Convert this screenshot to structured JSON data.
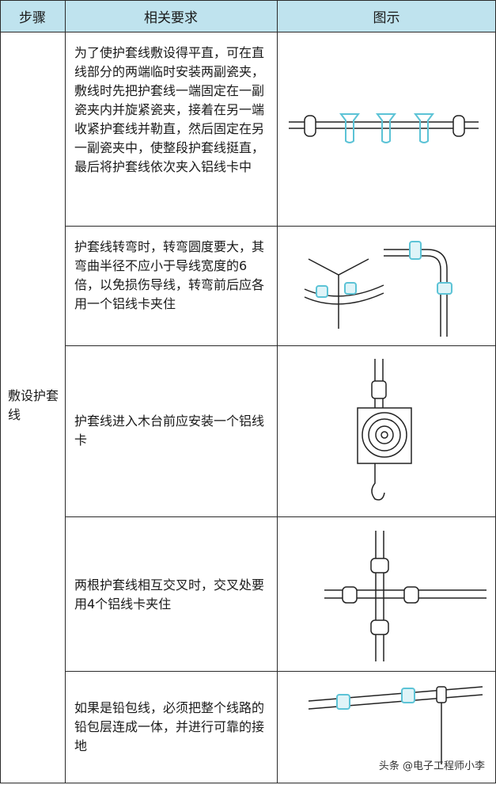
{
  "header": {
    "col1": "步骤",
    "col2": "相关要求",
    "col3": "图示"
  },
  "step": "敷设护套线",
  "rows": [
    {
      "text": "为了使护套线敷设得平直，可在直线部分的两端临时安装两副瓷夹，敷线时先把护套线一端固定在一副瓷夹内并旋紧瓷夹，接着在另一端收紧护套线并勒直，然后固定在另一副瓷夹中，使整段护套线挺直，最后将护套线依次夹入铝线卡中"
    },
    {
      "text": "护套线转弯时，转弯圆度要大，其弯曲半径不应小于导线宽度的6倍，以免损伤导线，转弯前后应各用一个铝线卡夹住"
    },
    {
      "text": "护套线进入木台前应安装一个铝线卡"
    },
    {
      "text": "两根护套线相互交叉时，交叉处要用4个铝线卡夹住"
    },
    {
      "text": "如果是铅包线，必须把整个线路的铅包层连成一体，并进行可靠的接地"
    }
  ],
  "watermark": "头条 @电子工程师小李",
  "colors": {
    "header_bg": "#bfe3ee",
    "clip": "#5cc3d6"
  }
}
